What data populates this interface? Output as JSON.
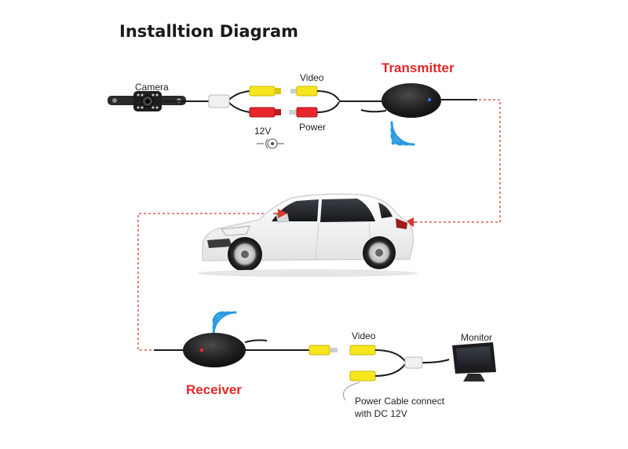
{
  "title": "Installtion Diagram",
  "labels": {
    "camera": "Camera",
    "video_top": "Video",
    "power_top": "Power",
    "volt": "12V",
    "polarity": "− (·)· +",
    "transmitter": "Transmitter",
    "receiver": "Receiver",
    "video_bottom": "Video",
    "monitor": "Monitor",
    "power_note_1": "Power Cable connect",
    "power_note_2": "with DC 12V"
  },
  "colors": {
    "accent_red": "#e22828",
    "cable": "#1b1b1b",
    "rca_yellow": "#f7e51e",
    "rca_red": "#e8252b",
    "device_dark": "#222222",
    "link_dashed": "#d63a2e"
  },
  "icons": {
    "wifi_transmit": "wifi-signal-icon",
    "wifi_receive": "wifi-signal-icon"
  }
}
